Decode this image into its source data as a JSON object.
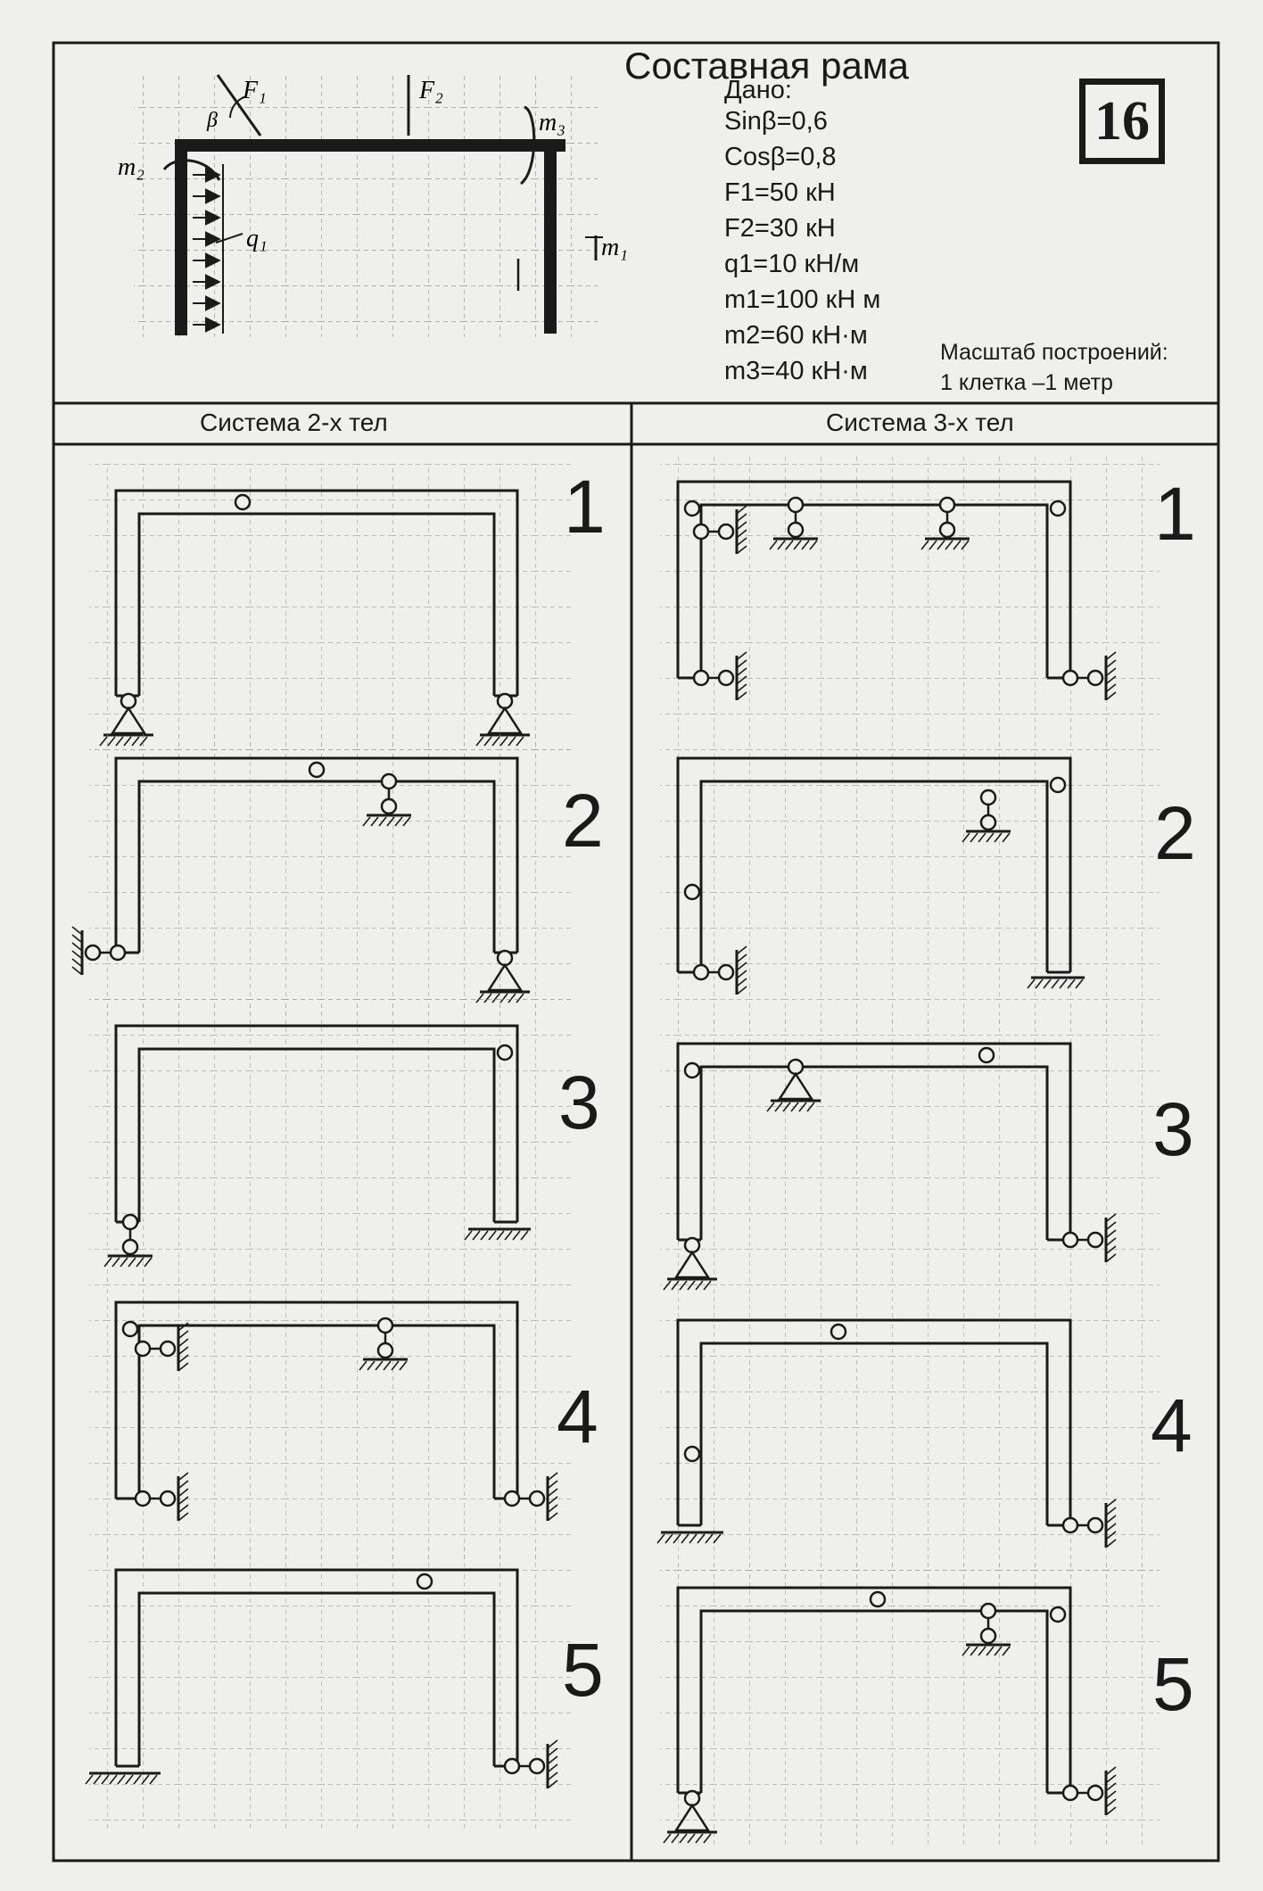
{
  "header": {
    "title": "Составная рама",
    "badge": "16",
    "given_title": "Дано:",
    "given": [
      "Sinβ=0,6",
      "Cosβ=0,8",
      "F1=50 кН",
      "F2=30 кН",
      "q1=10 кН/м",
      "m1=100 кН м",
      "m2=60 кН·м",
      "m3=40 кН·м"
    ],
    "scale_title": "Масштаб построений:",
    "scale_value": "1 клетка –1 метр"
  },
  "loading_diagram": {
    "labels": {
      "beta": "β",
      "f1": "F₁",
      "f2": "F₂",
      "m2": "m₂",
      "m3": "m₃",
      "q1": "q₁",
      "m1": "m₁"
    }
  },
  "columns": {
    "left_title": "Система 2-х тел",
    "right_title": "Система 3-х тел"
  },
  "variants": {
    "two_body": [
      "1",
      "2",
      "3",
      "4",
      "5"
    ],
    "three_body": [
      "1",
      "2",
      "3",
      "4",
      "5"
    ]
  },
  "colors": {
    "ink": "#1a1a1a",
    "paper": "#efefed",
    "grid": "#9a9a9a"
  }
}
